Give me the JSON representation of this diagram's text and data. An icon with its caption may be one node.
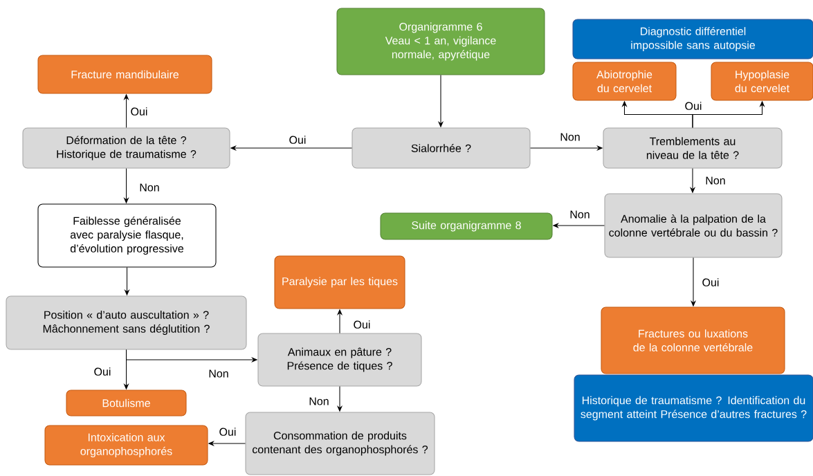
{
  "diagram": {
    "nodes": [
      {
        "text": [
          "Organigramme 6",
          "Veau < 1 an, vigilance normale, apyrétique"
        ]
      },
      {
        "text": [
          "Diagnostic différentiel impossible sans autopsie"
        ]
      },
      {
        "text": [
          "Fracture mandibulaire"
        ]
      },
      {
        "text": [
          "Abiotrophie du cervelet"
        ]
      },
      {
        "text": [
          "Hypoplasie du cervelet"
        ]
      },
      {
        "text": [
          "Sialorrhée ?"
        ]
      },
      {
        "text": [
          "Déformation de la tête ? Historique de traumatisme ?"
        ]
      },
      {
        "text": [
          "Tremblements au niveau de la tête ?"
        ]
      },
      {
        "text": [
          "Faiblesse généralisée avec paralysie flasque, d’évolution progressive"
        ]
      },
      {
        "text": [
          "Suite organigramme 8"
        ]
      },
      {
        "text": [
          "Anomalie à la palpation de la colonne vertébrale ou du bassin ?"
        ]
      },
      {
        "text": [
          "Paralysie par les tiques"
        ]
      },
      {
        "text": [
          "Position « d’auto auscultation » ? Mâchonnement sans déglutition ?"
        ]
      },
      {
        "text": [
          "Fractures ou luxations de la colonne vertébrale"
        ]
      },
      {
        "text": [
          "Animaux en pâture ? Présence de tiques ?"
        ]
      },
      {
        "text": [
          "Botulisme"
        ]
      },
      {
        "text": [
          "Historique de traumatisme ? Identification du segment atteint Présence d’autres fractures ?"
        ]
      },
      {
        "text": [
          "Intoxication aux organophosphorés"
        ]
      },
      {
        "text": [
          "Consommation de produits contenant des organophosphorés ?"
        ]
      }
    ],
    "edges": [
      {
        "from": 0,
        "to": 5,
        "arrow": "to"
      },
      {
        "from": 5,
        "to": 6,
        "arrow": "to",
        "label": "Oui"
      },
      {
        "from": 5,
        "to": 7,
        "arrow": "to",
        "label": "Non"
      },
      {
        "from": 6,
        "to": 2,
        "arrow": "to",
        "label": "Oui"
      },
      {
        "from": 6,
        "to": 8,
        "arrow": "to",
        "label": "Non"
      },
      {
        "from": 7,
        "to": 3,
        "arrow": "to",
        "label": "Oui"
      },
      {
        "from": 7,
        "to": 4,
        "arrow": "to"
      },
      {
        "from": 7,
        "to": 10,
        "arrow": "to",
        "label": "Non"
      },
      {
        "from": 10,
        "to": 9,
        "arrow": "to",
        "label": "Non"
      },
      {
        "from": 10,
        "to": 13,
        "arrow": "to",
        "label": "Oui"
      },
      {
        "from": 8,
        "to": 12,
        "arrow": "to"
      },
      {
        "from": 12,
        "to": 15,
        "arrow": "to",
        "label": "Oui"
      },
      {
        "from": 12,
        "to": 14,
        "arrow": "to",
        "label": "Non"
      },
      {
        "from": 14,
        "to": 11,
        "arrow": "to",
        "label": "Oui"
      },
      {
        "from": 14,
        "to": 18,
        "arrow": "to",
        "label": "Non"
      },
      {
        "from": 18,
        "to": 17,
        "arrow": "to",
        "label": "Oui"
      }
    ]
  }
}
